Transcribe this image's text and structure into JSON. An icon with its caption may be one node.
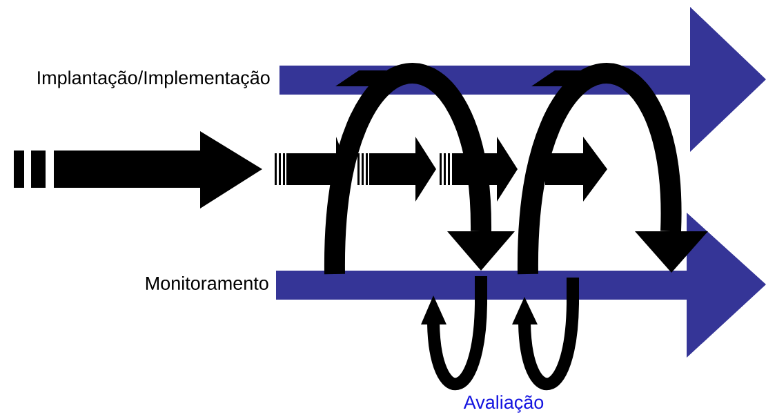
{
  "diagram": {
    "labels": [
      "Implantação/Implementação",
      "Monitoramento",
      "Avaliação"
    ]
  }
}
